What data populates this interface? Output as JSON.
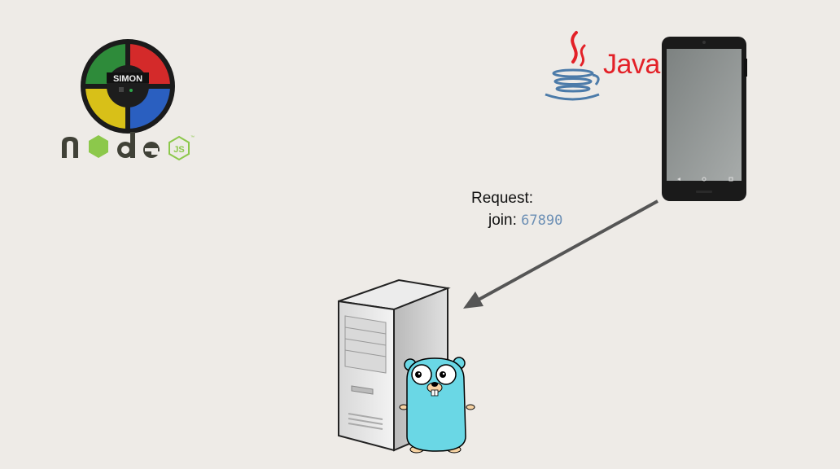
{
  "request": {
    "label": "Request:",
    "field_label": "join:",
    "field_value": "67890"
  },
  "logos": {
    "simon_text": "SIMON",
    "java_text": "Java",
    "node_text": "node",
    "js_badge": "JS"
  },
  "colors": {
    "background": "#eeebe7",
    "arrow": "#555555",
    "java_red": "#e32128",
    "java_blue": "#4c7ba9",
    "node_green": "#8cc84b",
    "node_dark": "#404137",
    "code_blue": "#6c8fb5",
    "gopher_blue": "#6ad7e5"
  }
}
